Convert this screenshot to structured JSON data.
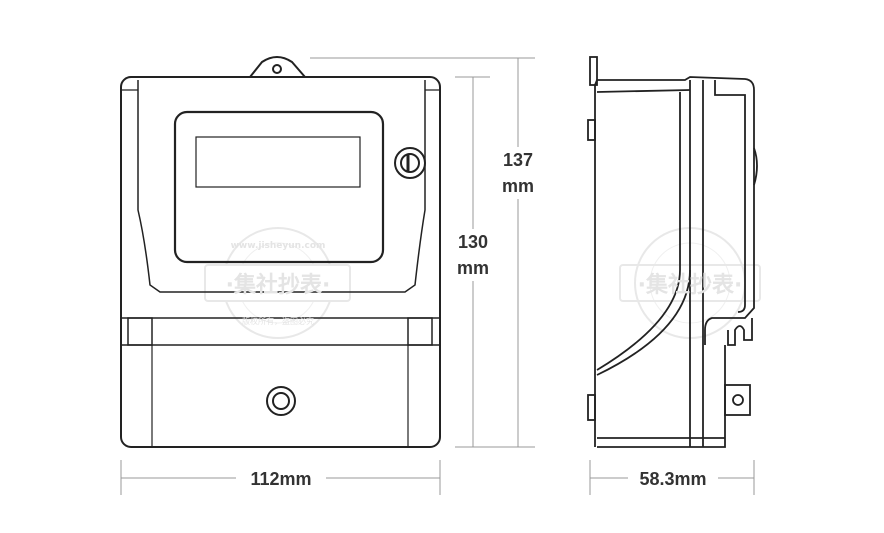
{
  "dimensions": {
    "total_height": {
      "value": "137",
      "unit": "mm"
    },
    "body_height": {
      "value": "130",
      "unit": "mm"
    },
    "width": "112mm",
    "depth": "58.3mm"
  },
  "watermark": {
    "url": "www.jisheyun.com",
    "brand": "·集社抄表·",
    "notice": "版权所有，盗图必究"
  },
  "colors": {
    "line": "#222222",
    "dimension": "#999999",
    "text": "#333333",
    "watermark": "#e4e4e4"
  }
}
